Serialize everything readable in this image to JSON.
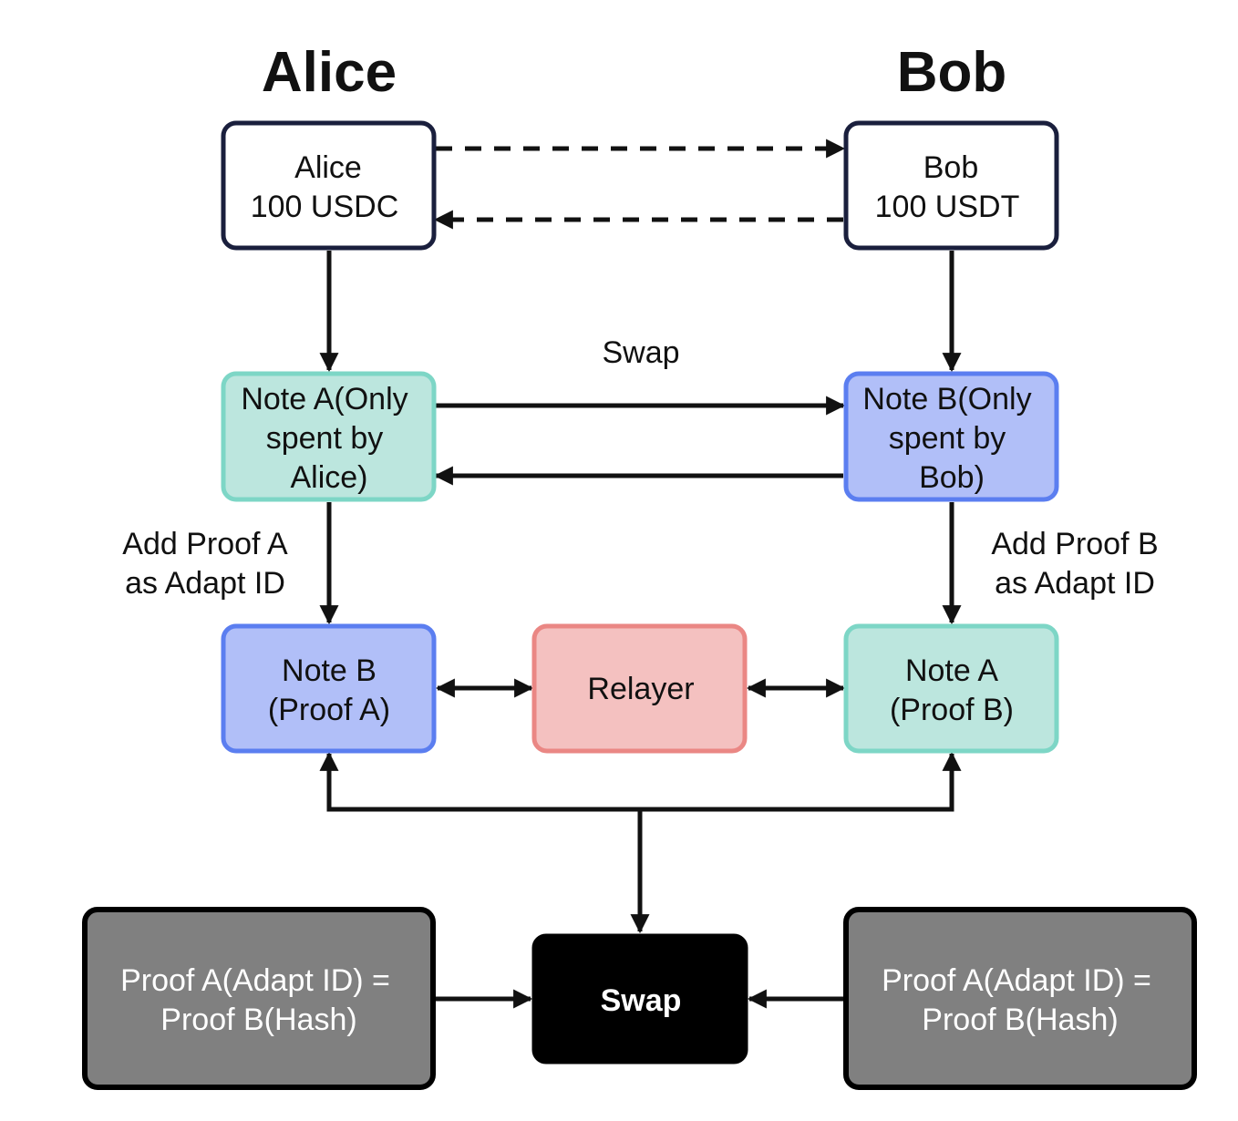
{
  "headings": {
    "alice": "Alice",
    "bob": "Bob"
  },
  "nodes": {
    "alice_wallet": {
      "line1": "Alice",
      "line2": "100 USDC"
    },
    "bob_wallet": {
      "line1": "Bob",
      "line2": "100 USDT"
    },
    "note_a_top": {
      "line1": "Note A(Only",
      "line2": "spent by",
      "line3": "Alice)"
    },
    "note_b_top": {
      "line1": "Note B(Only",
      "line2": "spent by",
      "line3": "Bob)"
    },
    "note_b_proof": {
      "line1": "Note B",
      "line2": "(Proof A)"
    },
    "relayer": {
      "label": "Relayer"
    },
    "note_a_proof": {
      "line1": "Note A",
      "line2": "(Proof B)"
    },
    "swap": {
      "label": "Swap"
    },
    "condition_left": {
      "line1": "Proof A(Adapt ID) =",
      "line2": "Proof B(Hash)"
    },
    "condition_right": {
      "line1": "Proof A(Adapt ID) =",
      "line2": "Proof B(Hash)"
    }
  },
  "edge_labels": {
    "swap": "Swap",
    "add_proof_a": {
      "line1": "Add Proof A",
      "line2": "as Adapt ID"
    },
    "add_proof_b": {
      "line1": "Add Proof B",
      "line2": "as Adapt ID"
    }
  },
  "colors": {
    "wallet_fill": "#ffffff",
    "wallet_border": "#1a1f3d",
    "teal_fill": "#bce6de",
    "teal_border": "#7dd6c6",
    "blue_fill": "#b1bff8",
    "blue_border": "#5b7ef0",
    "red_fill": "#f4c1c0",
    "red_border": "#ea8784",
    "swap_fill": "#000000",
    "gray_fill": "#808080",
    "gray_border": "#000000",
    "arrow": "#111111"
  }
}
